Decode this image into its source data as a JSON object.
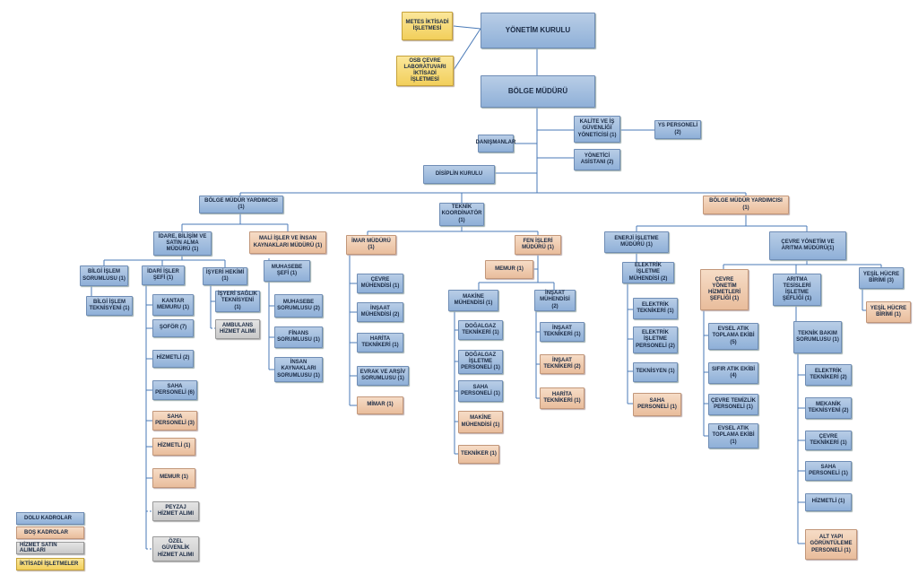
{
  "boxes": {
    "yonetim_kurulu": "YÖNETİM KURULU",
    "metes": "METES İKTİSADİ İŞLETMESİ",
    "osb_cevre": "OSB ÇEVRE LABORATUVARI İKTİSADİ İŞLETMESİ",
    "bolge_muduru": "BÖLGE MÜDÜRÜ",
    "kalite": "KALİTE VE İŞ GÜVENLİĞİ YÖNETİCİSİ (1)",
    "ys_personeli": "YS PERSONELİ (2)",
    "danismanlar": "DANIŞMANLAR",
    "yonetici_asistani": "YÖNETİCİ ASİSTANI (2)",
    "disiplin_kurulu": "DİSİPLİN KURULU",
    "bmy_left": "BÖLGE MÜDÜR YARDIMCISI (1)",
    "teknik_koord": "TEKNİK KOORDİNATÖR (1)",
    "bmy_right": "BÖLGE MÜDÜR YARDIMCISI (1)",
    "idare_bilisim": "İDARE, BİLİŞİM VE SATIN ALMA MÜDÜRÜ (1)",
    "mali_isler": "MALİ İŞLER VE İNSAN KAYNAKLARI MÜDÜRÜ (1)",
    "imar_muduru": "İMAR MÜDÜRÜ (1)",
    "fen_isleri": "FEN İŞLERİ MÜDÜRÜ (1)",
    "enerji_isletme": "ENERJİ İŞLETME MÜDÜRÜ (1)",
    "cevre_yonetim": "ÇEVRE YÖNETİM VE ARITMA MÜDÜRÜ(1)",
    "bilgi_islem_sor": "BİLGİ İŞLEM SORUMLUSU (1)",
    "bilgi_islem_tek": "BİLGİ İŞLEM TEKNİSYENİ (1)",
    "idari_isler_sefi": "İDARİ İŞLER ŞEFİ (1)",
    "kantar": "KANTAR MEMURU (1)",
    "sofor": "ŞOFÖR (7)",
    "hizmetli2": "HİZMETLİ (2)",
    "saha6": "SAHA PERSONELİ (6)",
    "saha3": "SAHA PERSONELİ (3)",
    "hizmetli1": "HİZMETLİ (1)",
    "memur1_left": "MEMUR (1)",
    "peyzaj": "PEYZAJ HİZMET ALIMI",
    "ozel_guvenlik": "ÖZEL GÜVENLİK HİZMET ALIMI",
    "isyeri_hekimi": "İŞYERİ HEKİMİ (1)",
    "isyeri_saglik": "İŞYERİ SAĞLIK TEKNİSYENİ (1)",
    "ambulans": "AMBULANS HİZMET ALIMI",
    "muhasebe_sefi": "MUHASEBE ŞEFİ (1)",
    "muhasebe_sor": "MUHASEBE SORUMLUSU (2)",
    "finans_sor": "FİNANS SORUMLUSU (1)",
    "insan_kaynak_sor": "İNSAN KAYNAKLARI SORUMLUSU (1)",
    "cevre_muh": "ÇEVRE MÜHENDİSİ (1)",
    "insaat_muh_imar": "İNŞAAT MÜHENDİSİ (2)",
    "harita_tek": "HARİTA TEKNİKERİ (1)",
    "evrak_arsiv": "EVRAK VE ARŞİV SORUMLUSU (1)",
    "mimar": "MİMAR (1)",
    "memur_fen": "MEMUR (1)",
    "makine_muh": "MAKİNE MÜHENDİSİ (1)",
    "dogalgaz_tek": "DOĞALGAZ TEKNİKERİ (1)",
    "dogalgaz_isletme": "DOĞALGAZ İŞLETME PERSONELİ (1)",
    "saha_makine": "SAHA PERSONELİ (1)",
    "makine_muh_bos": "MAKİNE MÜHENDİSİ (1)",
    "tekniker": "TEKNİKER (1)",
    "insaat_muh_fen": "İNŞAAT MÜHENDİSİ (2)",
    "insaat_tek1": "İNŞAAT TEKNİKERİ (1)",
    "insaat_tek2": "İNŞAAT TEKNİKERİ (2)",
    "harita_tek_fen": "HARİTA TEKNİKERİ (1)",
    "elektrik_isletme_muh": "ELEKTRİK İŞLETME MÜHENDİSİ (2)",
    "elektrik_tek_enerji": "ELEKTRİK TEKNİKERİ (1)",
    "elektrik_isletme_per": "ELEKTRİK İŞLETME PERSONELİ (2)",
    "teknisyen": "TEKNİSYEN (1)",
    "saha_enerji": "SAHA PERSONELİ (1)",
    "cevre_hizmet_sef": "ÇEVRE YÖNETİM HİZMETLERİ ŞEFLİĞİ (1)",
    "evsel_atik5": "EVSEL ATIK TOPLAMA EKİBİ (5)",
    "sifir_atik": "SIFIR ATIK EKİBİ (4)",
    "cevre_temizlik": "ÇEVRE TEMİZLİK PERSONELİ (1)",
    "evsel_atik1": "EVSEL ATIK TOPLAMA EKİBİ (1)",
    "aritma_tesis": "ARITMA TESİSLERİ İŞLETME ŞEFLİĞİ (1)",
    "teknik_bakim": "TEKNİK BAKIM SORUMLUSU (1)",
    "elektrik_tek2": "ELEKTRİK TEKNİKERİ (2)",
    "mekanik_tek": "MEKANİK TEKNİSYENİ (2)",
    "cevre_tek": "ÇEVRE TEKNİKERİ (1)",
    "saha_aritma": "SAHA PERSONELİ (1)",
    "hizmetli_aritma": "HİZMETLİ (1)",
    "alt_yapi": "ALT YAPI GÖRÜNTÜLEME PERSONELİ (1)",
    "yesil_hucre3": "YEŞİL HÜCRE BİRİMİ (3)",
    "yesil_hucre1": "YEŞİL HÜCRE BİRİMİ (1)"
  },
  "legend": {
    "dolu": "DOLU KADROLAR",
    "bos": "BOŞ KADROLAR",
    "hizmet": "HİZMET SATIN ALIMLARI",
    "iktisadi": "İKTİSADİ İŞLETMELER"
  },
  "colors": {
    "dolu": "#a3bfe0",
    "bos": "#efcbb0",
    "hizmet": "#d6d6d6",
    "iktisadi": "#f6da72",
    "line": "#4a7ab7"
  }
}
